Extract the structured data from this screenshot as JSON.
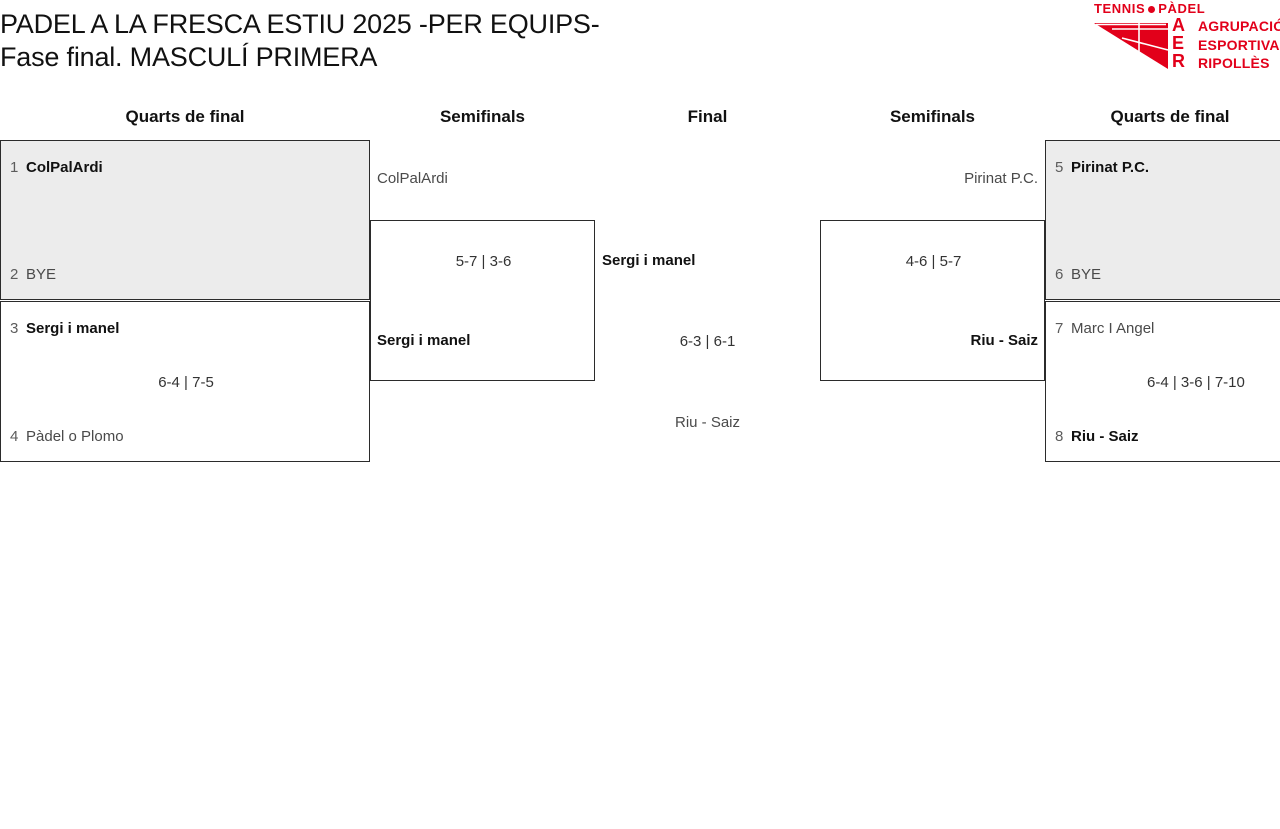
{
  "title": {
    "line1": "PADEL A LA FRESCA ESTIU 2025 -PER EQUIPS-",
    "line2": "Fase final. MASCULÍ PRIMERA"
  },
  "logo": {
    "top_text": "TENNIS",
    "top_text2": "PÀDEL",
    "initials": [
      "A",
      "E",
      "R"
    ],
    "words": [
      "AGRUPACIÓ",
      "ESPORTIVA",
      "RIPOLLÈS"
    ],
    "color": "#e2001a"
  },
  "headers": {
    "left_qf": "Quarts de final",
    "left_sf": "Semifinals",
    "final": "Final",
    "right_sf": "Semifinals",
    "right_qf": "Quarts de final"
  },
  "left": {
    "qf": [
      {
        "shaded": true,
        "top": {
          "seed": "1",
          "name": "ColPalArdi",
          "winner": true
        },
        "bottom": {
          "seed": "2",
          "name": "BYE",
          "winner": false
        },
        "score": ""
      },
      {
        "shaded": false,
        "top": {
          "seed": "3",
          "name": "Sergi i manel",
          "winner": true
        },
        "bottom": {
          "seed": "4",
          "name": "Pàdel o Plomo",
          "winner": false
        },
        "score": "6-4 | 7-5"
      }
    ],
    "sf": {
      "top": {
        "name": "ColPalArdi",
        "winner": false
      },
      "bottom": {
        "name": "Sergi i manel",
        "winner": true
      },
      "score": "5-7 | 3-6"
    }
  },
  "right": {
    "qf": [
      {
        "shaded": true,
        "top": {
          "seed": "5",
          "name": "Pirinat P.C.",
          "winner": true
        },
        "bottom": {
          "seed": "6",
          "name": "BYE",
          "winner": false
        },
        "score": ""
      },
      {
        "shaded": false,
        "top": {
          "seed": "7",
          "name": "Marc I Angel",
          "winner": false
        },
        "bottom": {
          "seed": "8",
          "name": "Riu - Saiz",
          "winner": true
        },
        "score": "6-4 | 3-6 | 7-10"
      }
    ],
    "sf": {
      "top": {
        "name": "Pirinat P.C.",
        "winner": false
      },
      "bottom": {
        "name": "Riu - Saiz",
        "winner": true
      },
      "score": "4-6 | 5-7"
    }
  },
  "final": {
    "top": {
      "name": "Sergi i manel",
      "winner": true
    },
    "bottom": {
      "name": "Riu - Saiz",
      "winner": false
    },
    "score": "6-3 | 6-1"
  }
}
